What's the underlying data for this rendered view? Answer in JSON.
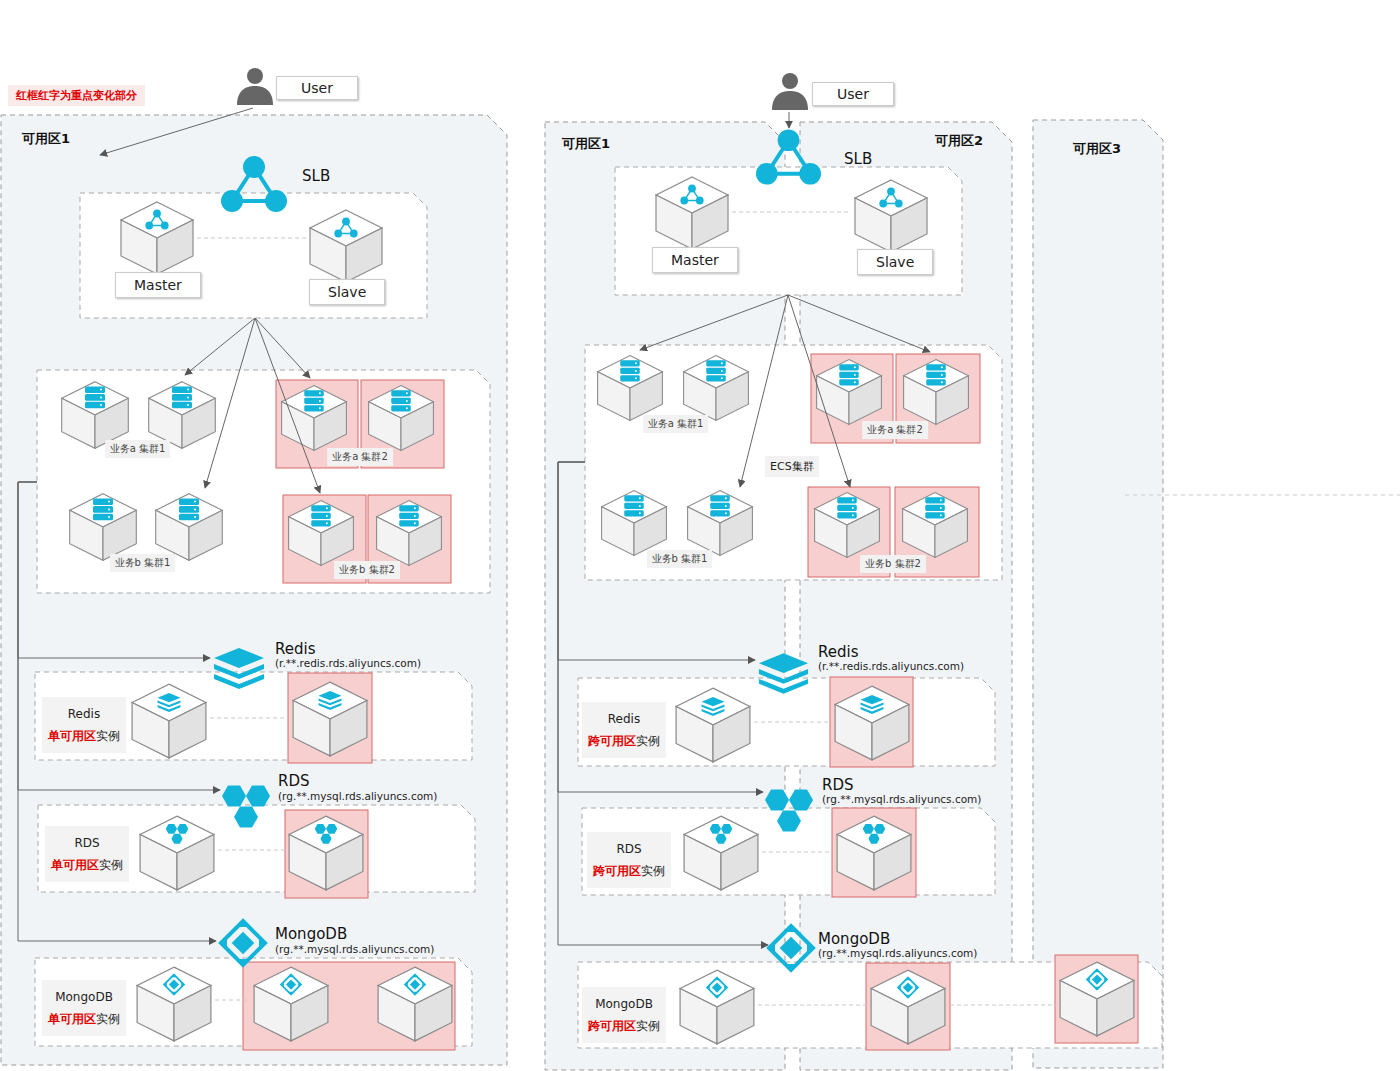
{
  "diagram": {
    "nodes": [
      {
        "text": [
          "User"
        ]
      },
      {
        "text": [
          "可用区1"
        ]
      },
      {
        "text": [
          "SLB"
        ],
        "in": 1
      },
      {
        "text": [
          "Master"
        ],
        "in": 2
      },
      {
        "text": [
          "Slave"
        ],
        "in": 2
      },
      {
        "text": [],
        "in": 1
      },
      {
        "text": [
          "业务a 集群1"
        ],
        "in": 5
      },
      {
        "text": [
          "业务a 集群2"
        ],
        "in": 5
      },
      {
        "text": [
          "业务b 集群1"
        ],
        "in": 5
      },
      {
        "text": [
          "业务b 集群2"
        ],
        "in": 5
      },
      {
        "text": [
          "Redis",
          "(r.**.redis.rds.aliyuncs.com)"
        ],
        "in": 1
      },
      {
        "text": [
          "Redis",
          "单可用区",
          "实例"
        ],
        "in": 10
      },
      {
        "text": [
          "RDS",
          "(rg.**.mysql.rds.aliyuncs.com)"
        ],
        "in": 1
      },
      {
        "text": [
          "RDS",
          "单可用区",
          "实例"
        ],
        "in": 12
      },
      {
        "text": [
          "MongoDB",
          "(rg.**.mysql.rds.aliyuncs.com)"
        ],
        "in": 1
      },
      {
        "text": [
          "MongoDB",
          "单可用区",
          "实例"
        ],
        "in": 14
      },
      {
        "text": [
          "User"
        ]
      },
      {
        "text": [
          "可用区1"
        ]
      },
      {
        "text": [
          "可用区2"
        ]
      },
      {
        "text": [
          "可用区3"
        ]
      },
      {
        "text": [
          "SLB"
        ]
      },
      {
        "text": [
          "Master"
        ],
        "in": 20
      },
      {
        "text": [
          "Slave"
        ],
        "in": 20
      },
      {
        "text": [
          "ECS集群"
        ]
      },
      {
        "text": [
          "业务a 集群1"
        ],
        "in": 23
      },
      {
        "text": [
          "业务a 集群2"
        ],
        "in": 23
      },
      {
        "text": [
          "业务b 集群1"
        ],
        "in": 23
      },
      {
        "text": [
          "业务b 集群2"
        ],
        "in": 23
      },
      {
        "text": [
          "Redis",
          "(r.**.redis.rds.aliyuncs.com)"
        ]
      },
      {
        "text": [
          "Redis",
          "跨可用区",
          "实例"
        ],
        "in": 28
      },
      {
        "text": [
          "RDS",
          "(rg.**.mysql.rds.aliyuncs.com)"
        ]
      },
      {
        "text": [
          "RDS",
          "跨可用区",
          "实例"
        ],
        "in": 30
      },
      {
        "text": [
          "MongoDB",
          "(rg.**.mysql.rds.aliyuncs.com)"
        ]
      },
      {
        "text": [
          "MongoDB",
          "跨可用区",
          "实例"
        ],
        "in": 32
      }
    ],
    "edges": [
      {
        "from": 0,
        "to": 2,
        "arrow": "to"
      },
      {
        "from": 2,
        "to": 6,
        "arrow": "to"
      },
      {
        "from": 2,
        "to": 7,
        "arrow": "to"
      },
      {
        "from": 2,
        "to": 8,
        "arrow": "to"
      },
      {
        "from": 2,
        "to": 9,
        "arrow": "to"
      },
      {
        "from": 5,
        "to": 10,
        "arrow": "to"
      },
      {
        "from": 5,
        "to": 12,
        "arrow": "to"
      },
      {
        "from": 5,
        "to": 14,
        "arrow": "to"
      },
      {
        "from": 16,
        "to": 20,
        "arrow": "to"
      },
      {
        "from": 20,
        "to": 24,
        "arrow": "to"
      },
      {
        "from": 20,
        "to": 25,
        "arrow": "to"
      },
      {
        "from": 20,
        "to": 26,
        "arrow": "to"
      },
      {
        "from": 20,
        "to": 27,
        "arrow": "to"
      },
      {
        "from": 23,
        "to": 28,
        "arrow": "to"
      },
      {
        "from": 23,
        "to": 30,
        "arrow": "to"
      },
      {
        "from": 23,
        "to": 32,
        "arrow": "to"
      }
    ],
    "labels": [
      "红框红字为重点变化部分"
    ]
  }
}
